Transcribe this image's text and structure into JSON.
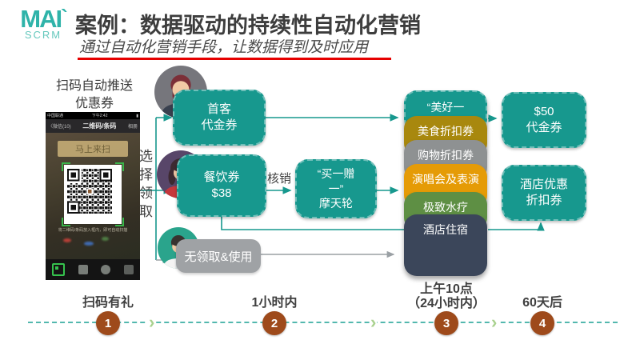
{
  "logo": {
    "brand": "MAI",
    "tick": "`",
    "sub": "SCRM"
  },
  "header": {
    "title": "案例：数据驱动的持续性自动化营销",
    "subtitle": "通过自动化营销手段，让数据得到及时应用",
    "accent_color": "#e60000"
  },
  "phone": {
    "caption": {
      "line1": "扫码自动推送",
      "line2": "优惠券"
    },
    "status": {
      "carrier": "中国联通",
      "time": "下午2:42",
      "battery": "▮"
    },
    "nav": {
      "back": "〈微信(10)",
      "title": "二维码/条码",
      "right": "相册"
    },
    "scan_button": "马上来扫",
    "hint": "将二维码/条码放入框内，即可自动扫描",
    "toolbar_icons": [
      "qr-scan-icon",
      "photos-icon",
      "streetview-icon",
      "translate-icon"
    ]
  },
  "selector": {
    "label": "选择领取"
  },
  "flow": {
    "first_box": {
      "line1": "首客",
      "line2": "代金券"
    },
    "dining_box": {
      "line1": "餐饮券",
      "line2": "$38"
    },
    "none_box": {
      "label": "无领取&使用"
    },
    "verify_label": "核销",
    "ferris_box": {
      "line1": "“买一赠",
      "line2": "一”",
      "line3": "摩天轮"
    }
  },
  "stack": {
    "items": [
      {
        "label": "“美好一",
        "color": "#17988e"
      },
      {
        "label": "美食折扣券",
        "color": "#a8880e"
      },
      {
        "label": "购物折扣券",
        "color": "#8e9192"
      },
      {
        "label": "演唱会及表演",
        "color": "#e59b06"
      },
      {
        "label": "极致水疗",
        "color": "#5e8f44"
      },
      {
        "label": "酒店住宿",
        "color": "#3b465a"
      }
    ]
  },
  "right": {
    "voucher_box": {
      "line1": "$50",
      "line2": "代金券"
    },
    "hotel_box": {
      "line1": "酒店优惠",
      "line2": "折扣券"
    }
  },
  "timeline": {
    "line_color": "#53b8ae",
    "node_color": "#9e4a1b",
    "chevron": "›",
    "items": [
      {
        "num": "1",
        "label": "扫码有礼"
      },
      {
        "num": "2",
        "label": "1小时内"
      },
      {
        "num": "3",
        "label": "上午10点",
        "label2": "（24小时内）"
      },
      {
        "num": "4",
        "label": "60天后"
      }
    ]
  }
}
